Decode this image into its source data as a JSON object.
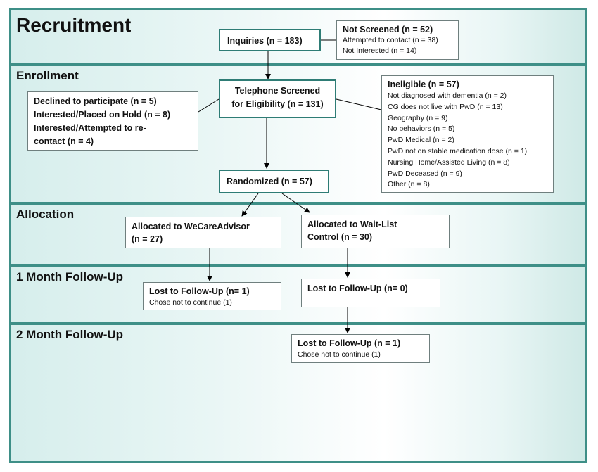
{
  "sections": {
    "recruitment": "Recruitment",
    "enrollment": "Enrollment",
    "allocation": "Allocation",
    "followup1": "1 Month Follow-Up",
    "followup2": "2 Month Follow-Up"
  },
  "inquiries": "Inquiries (n = 183)",
  "not_screened": {
    "title": "Not Screened (n = 52)",
    "items": [
      "Attempted to contact (n = 38)",
      "Not Interested (n = 14)"
    ]
  },
  "telephone_screened": [
    "Telephone Screened",
    "for Eligibility (n = 131)"
  ],
  "declined": [
    "Declined to participate (n = 5)",
    "Interested/Placed on Hold (n = 8)",
    "Interested/Attempted to re-",
    "contact (n = 4)"
  ],
  "ineligible": {
    "title": "Ineligible (n = 57)",
    "items": [
      "Not diagnosed with dementia (n = 2)",
      "CG does not live with PwD  (n = 13)",
      "Geography (n = 9)",
      "No behaviors (n = 5)",
      "PwD Medical (n = 2)",
      "PwD not on stable medication dose (n = 1)",
      "Nursing Home/Assisted Living (n = 8)",
      "PwD Deceased (n = 9)",
      "Other (n = 8)"
    ]
  },
  "randomized": "Randomized (n = 57)",
  "allocated_wca": [
    "Allocated to WeCareAdvisor",
    "(n = 27)"
  ],
  "allocated_waitlist": [
    "Allocated to Wait-List",
    "Control (n = 30)"
  ],
  "lost_fu1_wca": {
    "title": "Lost to Follow-Up (n= 1)",
    "note": "Chose not to continue (1)"
  },
  "lost_fu1_waitlist": {
    "title": "Lost to Follow-Up (n= 0)"
  },
  "lost_fu2_waitlist": {
    "title": "Lost to Follow-Up (n = 1)",
    "note": "Chose not to continue (1)"
  }
}
